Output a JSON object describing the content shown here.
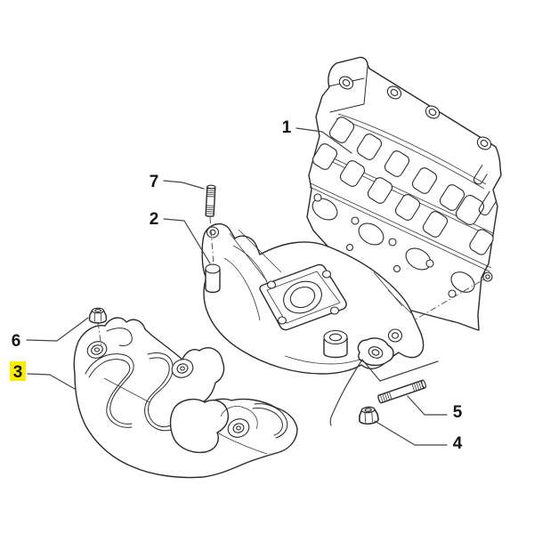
{
  "diagram": {
    "background_color": "#ffffff",
    "line_color": "#2b2b2b",
    "highlight_color": "#f9ee00",
    "callouts": [
      {
        "label": "1",
        "highlighted": false
      },
      {
        "label": "2",
        "highlighted": false
      },
      {
        "label": "3",
        "highlighted": true
      },
      {
        "label": "4",
        "highlighted": false
      },
      {
        "label": "5",
        "highlighted": false
      },
      {
        "label": "6",
        "highlighted": false
      },
      {
        "label": "7",
        "highlighted": false
      }
    ]
  }
}
